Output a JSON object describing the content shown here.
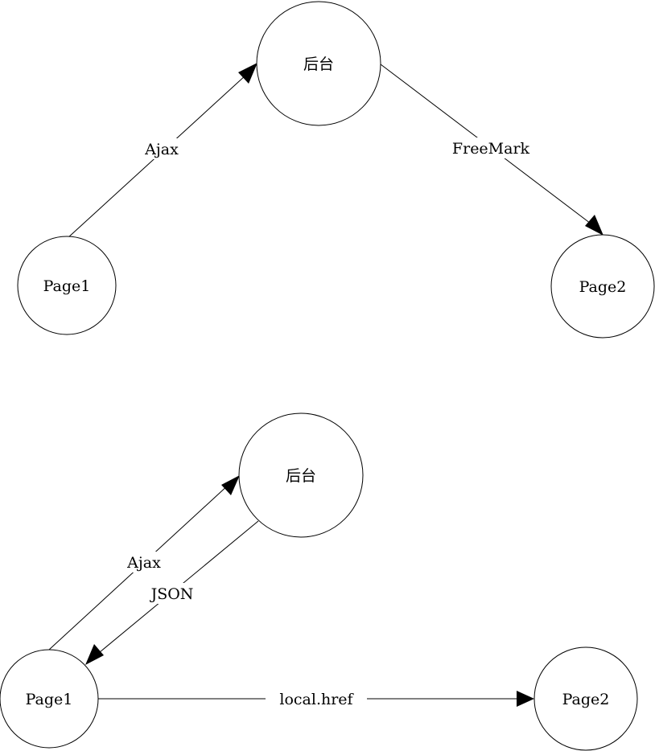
{
  "diagram_top": {
    "nodes": {
      "backend": "后台",
      "page1": "Page1",
      "page2": "Page2"
    },
    "edges": {
      "ajax": "Ajax",
      "freemark": "FreeMark"
    }
  },
  "diagram_bottom": {
    "nodes": {
      "backend": "后台",
      "page1": "Page1",
      "page2": "Page2"
    },
    "edges": {
      "ajax": "Ajax",
      "json": "JSON",
      "local_href": "local.href"
    }
  },
  "colors": {
    "stroke": "#000000",
    "background": "#ffffff"
  }
}
